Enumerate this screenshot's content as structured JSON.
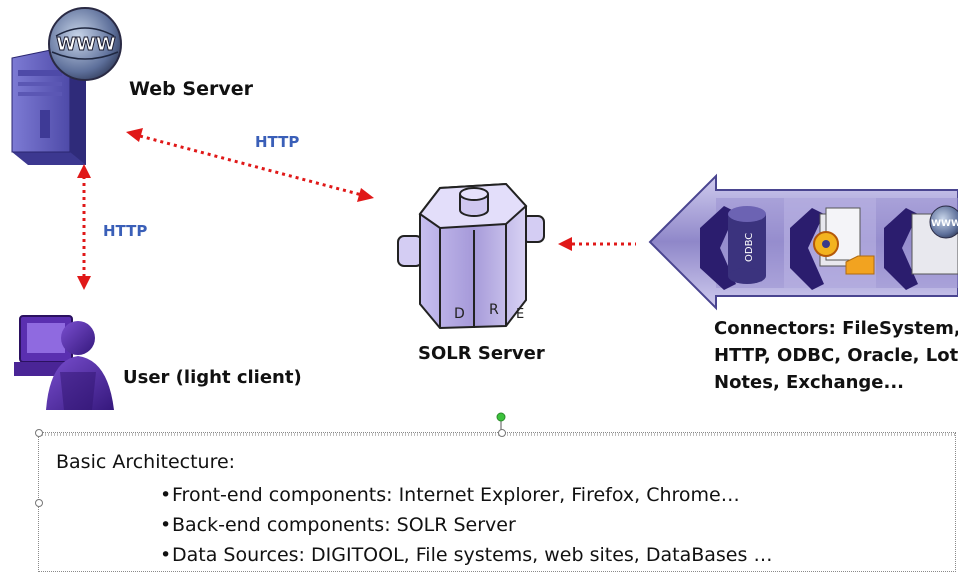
{
  "labels": {
    "web_server": "Web Server",
    "http_top": "HTTP",
    "http_left": "HTTP",
    "solr_server": "SOLR Server",
    "user": "User (light client)",
    "connectors_line1": "Connectors: FileSystem,",
    "connectors_line2": "HTTP, ODBC, Oracle, Lotus",
    "connectors_line3": "Notes, Exchange...",
    "www_badge": "WWW",
    "www_badge_small": "WWW",
    "odbc": "ODBC",
    "dre_d": "D",
    "dre_r": "R",
    "dre_e": "E"
  },
  "textbox": {
    "title": "Basic Architecture:",
    "items": [
      "Front-end components: Internet Explorer, Firefox, Chrome…",
      "Back-end components: SOLR Server",
      "Data Sources: DIGITOOL, File systems, web sites, DataBases …"
    ],
    "bullet": "•"
  },
  "colors": {
    "arrow_red": "#e01818",
    "http_blue": "#3a5fb8",
    "server_purple": "#6b66c4",
    "solr_purple": "#9b8ed0",
    "user_purple": "#4b2a9a",
    "connector_band": "#8e86c9"
  }
}
